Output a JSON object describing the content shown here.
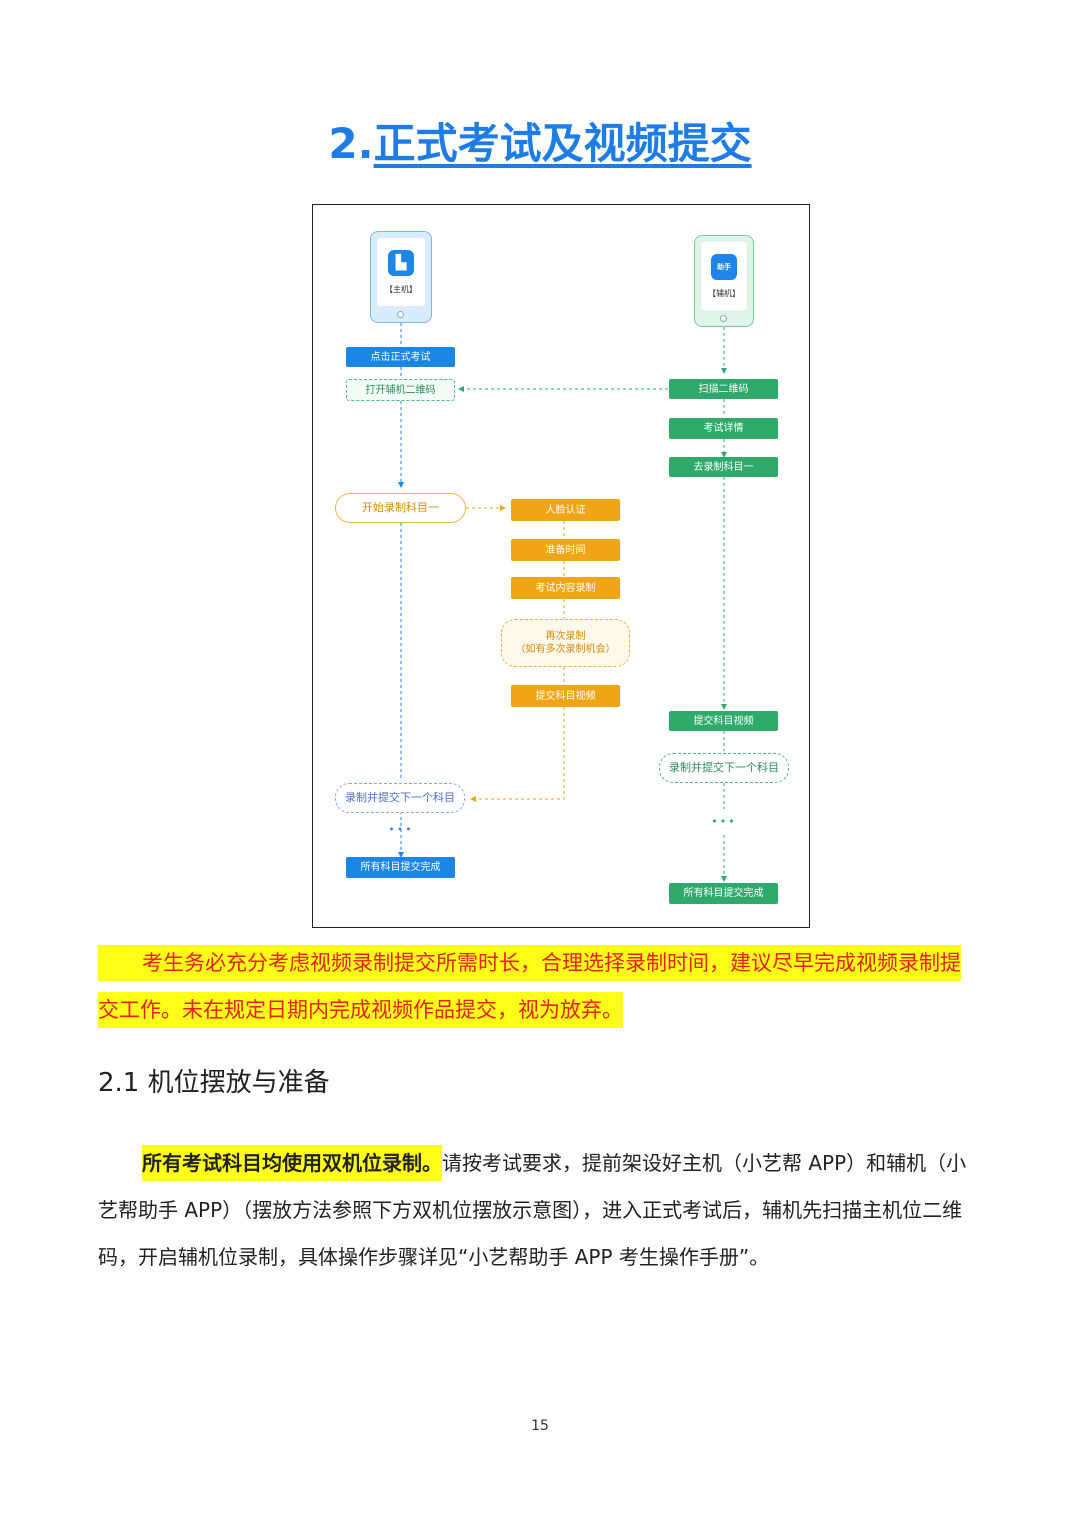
{
  "title": {
    "number": "2.",
    "text": "正式考试及视频提交"
  },
  "flowchart": {
    "main_phone_label": "【主机】",
    "aux_phone_label": "【辅机】",
    "aux_logo_text": "助手",
    "main": {
      "click_exam": "点击正式考试",
      "open_qr": "打开辅机二维码",
      "start_record": "开始录制科目一",
      "record_next": "录制并提交下一个科目",
      "all_done": "所有科目提交完成"
    },
    "aux": {
      "scan_qr": "扫描二维码",
      "exam_detail": "考试详情",
      "go_record": "去录制科目一",
      "submit_video": "提交科目视频",
      "record_next": "录制并提交下一个科目",
      "all_done": "所有科目提交完成"
    },
    "middle": {
      "face_auth": "人脸认证",
      "prep_time": "准备时间",
      "record_content": "考试内容录制",
      "re_record_line1": "再次录制",
      "re_record_line2": "（如有多次录制机会）",
      "submit_video": "提交科目视频"
    },
    "ellipsis": "•••",
    "colors": {
      "blue": "#1a86e6",
      "green": "#2faa6a",
      "orange": "#f0a516"
    }
  },
  "notice": {
    "line1": "考生务必充分考虑视频录制提交所需时长，合理选择录制时间，建议尽早完成视频录制提",
    "line2": "交工作。未在规定日期内完成视频作品提交，视为放弃。"
  },
  "section": {
    "heading": "2.1 机位摆放与准备",
    "bold_highlight": "所有考试科目均使用双机位录制。",
    "body": "请按考试要求，提前架设好主机（小艺帮 APP）和辅机（小艺帮助手 APP）（摆放方法参照下方双机位摆放示意图），进入正式考试后，辅机先扫描主机位二维码，开启辅机位录制，具体操作步骤详见“小艺帮助手 APP 考生操作手册”。"
  },
  "page_number": "15"
}
